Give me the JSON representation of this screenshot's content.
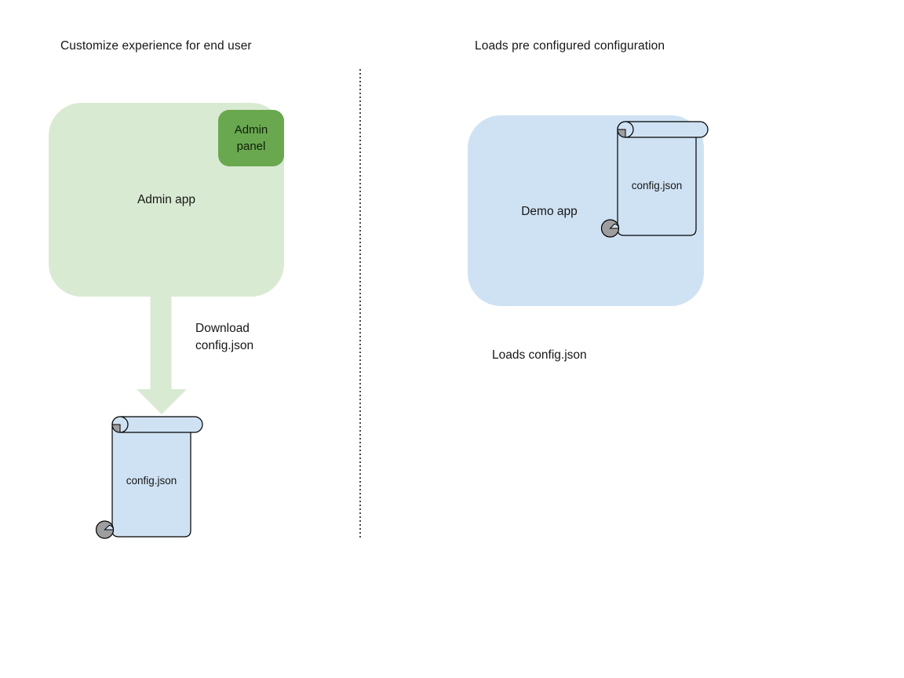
{
  "left": {
    "title": "Customize experience for end user",
    "admin_app_label": "Admin app",
    "admin_panel_label": "Admin panel",
    "arrow_caption": "Download\nconfig.json",
    "config_file_label": "config.json"
  },
  "right": {
    "title": "Loads pre configured configuration",
    "demo_app_label": "Demo app",
    "config_file_label": "config.json",
    "caption": "Loads config.json"
  },
  "colors": {
    "app_light_green": "#d9ead3",
    "panel_dark_green": "#6aa84f",
    "file_light_blue": "#cfe2f3",
    "scroll_curl_gray": "#9e9e9e",
    "outline_black": "#000000",
    "divider_gray": "#4a4a4a"
  }
}
